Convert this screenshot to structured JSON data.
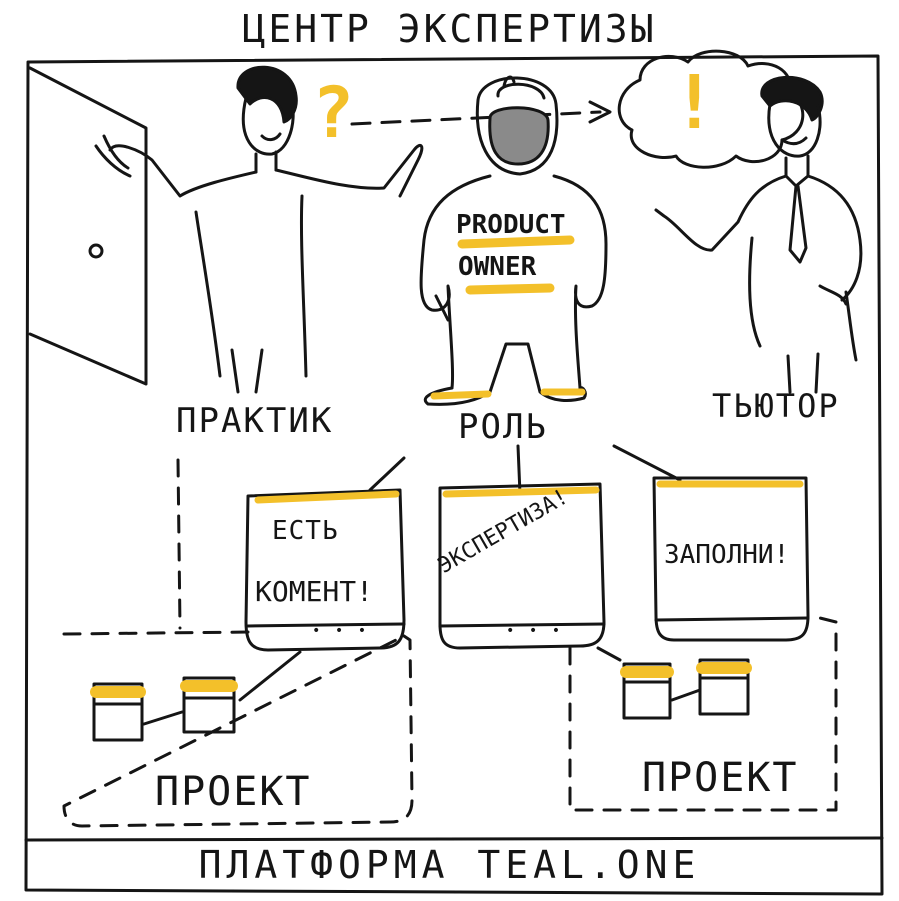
{
  "title": "ЦЕНТР ЭКСПЕРТИЗЫ",
  "roles": {
    "practitioner": "ПРАКТИК",
    "role": "РОЛЬ",
    "tutor": "ТЬЮТОР"
  },
  "astronaut_badge": {
    "line1": "PRODUCT",
    "line2": "OWNER"
  },
  "symbols": {
    "question": "?",
    "exclamation": "!"
  },
  "cards": [
    {
      "line1": "ЕСТЬ",
      "line2": "КОМЕНТ!"
    },
    {
      "line1": "ЭКСПЕРТИЗА!"
    },
    {
      "line1": "ЗАПОЛНИ!"
    }
  ],
  "card_dots": "• • •",
  "projects": [
    "ПРОЕКТ",
    "ПРОЕКТ"
  ],
  "platform": "ПЛАТФОРМА TEAL.ONE",
  "colors": {
    "ink": "#151515",
    "accent_yellow": "#f3c02a",
    "visor_gray": "#8a8a8a"
  }
}
